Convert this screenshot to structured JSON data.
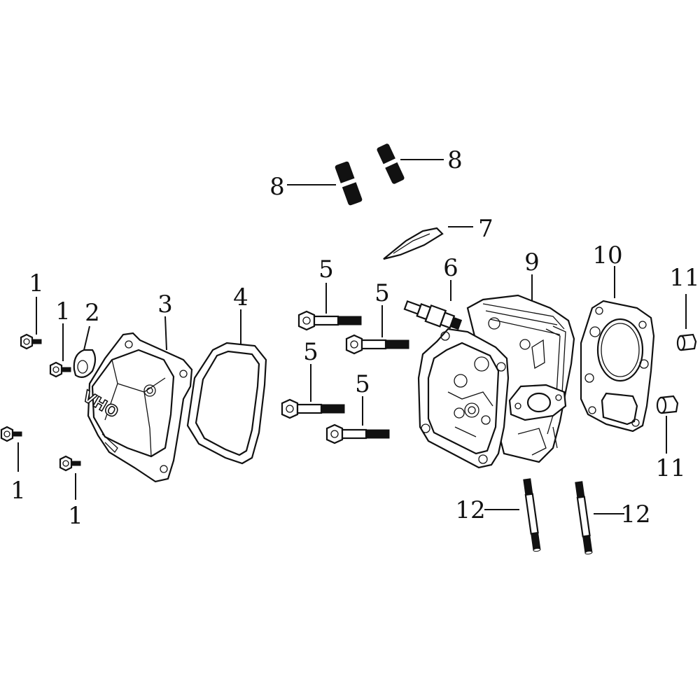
{
  "diagram": {
    "callouts": {
      "c1a": "1",
      "c1b": "1",
      "c1c": "1",
      "c1d": "1",
      "c2": "2",
      "c3": "3",
      "c4": "4",
      "c5a": "5",
      "c5b": "5",
      "c5c": "5",
      "c5d": "5",
      "c6": "6",
      "c7": "7",
      "c8a": "8",
      "c8b": "8",
      "c9": "9",
      "c10": "10",
      "c11a": "11",
      "c11b": "11",
      "c12a": "12",
      "c12b": "12"
    },
    "cover_logo_text": "OHV"
  }
}
